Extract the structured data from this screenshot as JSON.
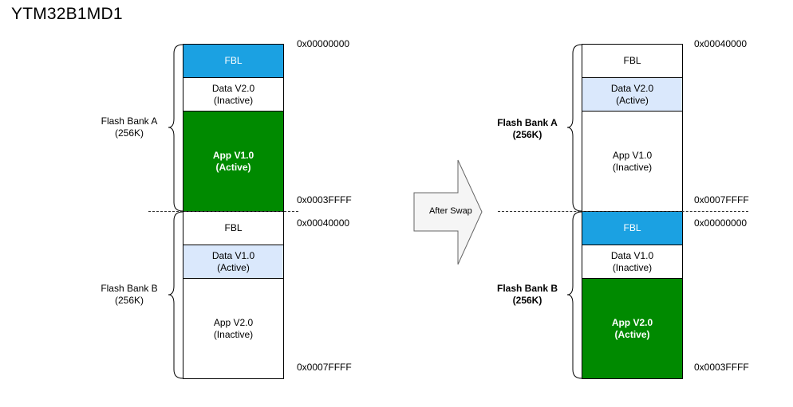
{
  "title": "YTM32B1MD1",
  "swap_label": "After Swap",
  "left": {
    "bank_a": {
      "name": "Flash Bank A",
      "size": "(256K)"
    },
    "bank_b": {
      "name": "Flash Bank B",
      "size": "(256K)"
    },
    "blocks": [
      {
        "line1": "FBL",
        "line2": ""
      },
      {
        "line1": "Data V2.0",
        "line2": "(Inactive)"
      },
      {
        "line1": "App V1.0",
        "line2": "(Active)"
      },
      {
        "line1": "FBL",
        "line2": ""
      },
      {
        "line1": "Data V1.0",
        "line2": "(Active)"
      },
      {
        "line1": "App V2.0",
        "line2": "(Inactive)"
      }
    ],
    "addresses": [
      "0x00000000",
      "0x0003FFFF",
      "0x00040000",
      "0x0007FFFF"
    ]
  },
  "right": {
    "bank_a": {
      "name": "Flash Bank A",
      "size": "(256K)"
    },
    "bank_b": {
      "name": "Flash Bank B",
      "size": "(256K)"
    },
    "blocks": [
      {
        "line1": "FBL",
        "line2": ""
      },
      {
        "line1": "Data V2.0",
        "line2": "(Active)"
      },
      {
        "line1": "App V1.0",
        "line2": "(Inactive)"
      },
      {
        "line1": "FBL",
        "line2": ""
      },
      {
        "line1": "Data V1.0",
        "line2": "(Inactive)"
      },
      {
        "line1": "App V2.0",
        "line2": "(Active)"
      }
    ],
    "addresses": [
      "0x00040000",
      "0x0007FFFF",
      "0x00000000",
      "0x0003FFFF"
    ]
  },
  "colors": {
    "fbl_active": "#1ba1e2",
    "data_active": "#dae8fc",
    "app_active": "#008a00",
    "inactive": "#ffffff"
  }
}
